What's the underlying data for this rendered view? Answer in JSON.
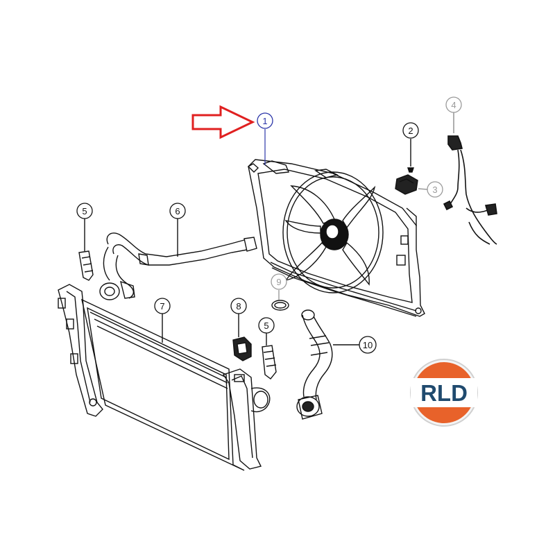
{
  "callouts": [
    {
      "id": "1",
      "label": "1",
      "color": "#2b35a8"
    },
    {
      "id": "2",
      "label": "2",
      "color": "#111111"
    },
    {
      "id": "3",
      "label": "3",
      "color": "#9a9a9a"
    },
    {
      "id": "4",
      "label": "4",
      "color": "#9a9a9a"
    },
    {
      "id": "5a",
      "label": "5",
      "color": "#111111"
    },
    {
      "id": "6",
      "label": "6",
      "color": "#111111"
    },
    {
      "id": "5b",
      "label": "5",
      "color": "#111111"
    },
    {
      "id": "7",
      "label": "7",
      "color": "#111111"
    },
    {
      "id": "8",
      "label": "8",
      "color": "#111111"
    },
    {
      "id": "9",
      "label": "9",
      "color": "#9a9a9a"
    },
    {
      "id": "10",
      "label": "10",
      "color": "#111111"
    }
  ],
  "arrow": {
    "color": "#e02020",
    "points_to": "1"
  },
  "logo": {
    "text": "RLD",
    "text_color": "#1f4a6e",
    "band_color": "#e8622a",
    "ring_color": "#d0d0d0"
  },
  "colors": {
    "line": "#111111",
    "background": "#ffffff"
  }
}
